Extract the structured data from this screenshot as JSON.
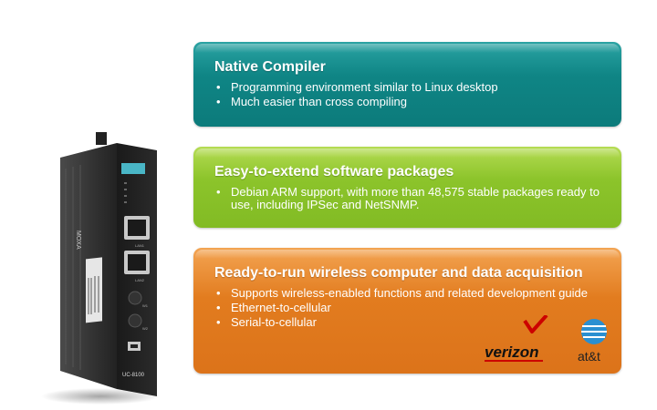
{
  "device": {
    "logo": "MOXA",
    "model": "UC-8100",
    "port_labels": [
      "LAN1",
      "LAN2",
      "W1",
      "W2"
    ]
  },
  "panels": [
    {
      "title": "Native Compiler",
      "bullets": [
        "Programming environment similar to Linux desktop",
        "Much easier than cross compiling"
      ],
      "color": "#0f8585"
    },
    {
      "title": "Easy-to-extend software packages",
      "bullets": [
        "Debian ARM support, with more than 48,575 stable packages ready to use, including IPSec and NetSNMP."
      ],
      "color": "#8cc42b"
    },
    {
      "title": "Ready-to-run wireless computer and data acquisition",
      "bullets": [
        "Supports wireless-enabled functions and related development guide",
        "Ethernet-to-cellular",
        "Serial-to-cellular"
      ],
      "color": "#e27c1f"
    }
  ],
  "logos": {
    "verizon": "verizon",
    "att": "at&t"
  }
}
